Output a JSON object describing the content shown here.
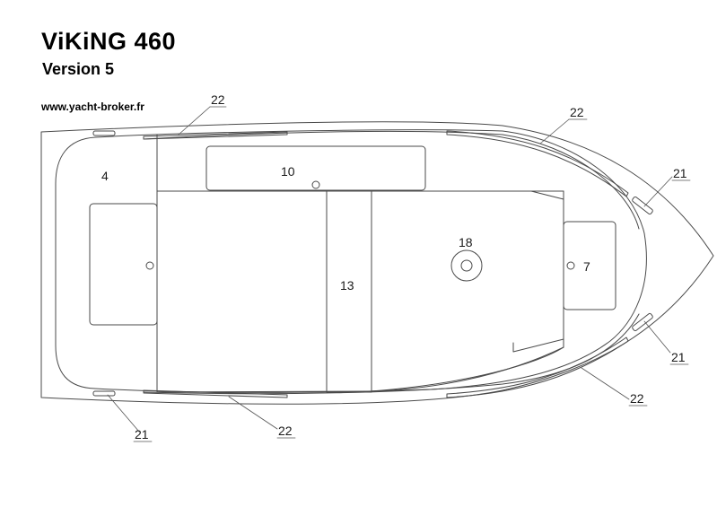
{
  "header": {
    "title": "ViKiNG 460",
    "version": "Version 5",
    "website": "www.yacht-broker.fr"
  },
  "diagram": {
    "part_labels": {
      "stern_locker": "4",
      "side_console": "10",
      "bench_seat": "13",
      "seat_base": "18",
      "bow_locker": "7"
    },
    "callouts": {
      "rub_strip_top_left": "22",
      "rub_strip_top_right": "22",
      "cleat_top_bow": "21",
      "cleat_bottom_bow": "21",
      "rub_strip_bottom_right": "22",
      "cleat_bottom_stern": "21",
      "rub_strip_bottom_left": "22"
    },
    "colors": {
      "line": "#4a4a4a",
      "callout_text": "#1a1a1a"
    }
  }
}
